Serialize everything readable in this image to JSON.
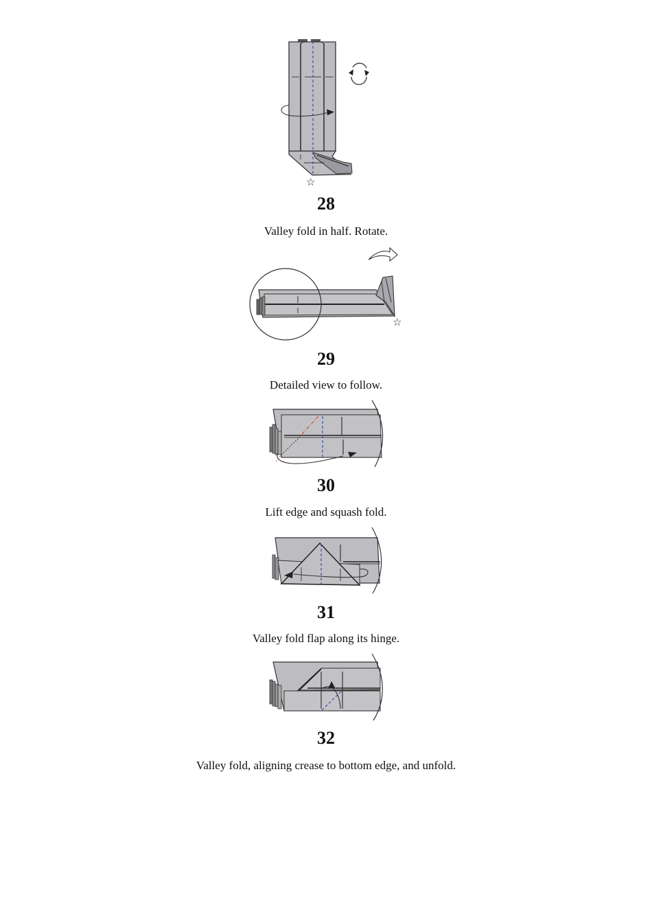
{
  "document": {
    "type": "origami-instructions",
    "colors": {
      "paper": "#bdbdc1",
      "paper_light": "#c8c8cc",
      "edge": "#333333",
      "valley_line": "#3a4fa8",
      "mountain_line": "#d9533a",
      "text": "#111111"
    },
    "steps": [
      {
        "number": "28",
        "caption": "Valley fold in half. Rotate.",
        "icons": [
          "rotate-icon",
          "valley-fold-arrow-icon",
          "star-reference-icon"
        ]
      },
      {
        "number": "29",
        "caption": "Detailed view to follow.",
        "icons": [
          "turn-over-arrow-icon",
          "detail-circle",
          "star-reference-icon"
        ]
      },
      {
        "number": "30",
        "caption": "Lift edge and squash fold.",
        "icons": [
          "squash-fold-arrow-icon"
        ]
      },
      {
        "number": "31",
        "caption": "Valley fold flap along its hinge.",
        "icons": [
          "valley-fold-arrow-icon"
        ]
      },
      {
        "number": "32",
        "caption": "Valley fold, aligning crease to bottom edge, and unfold.",
        "icons": [
          "fold-unfold-arrow-icon"
        ]
      }
    ]
  }
}
